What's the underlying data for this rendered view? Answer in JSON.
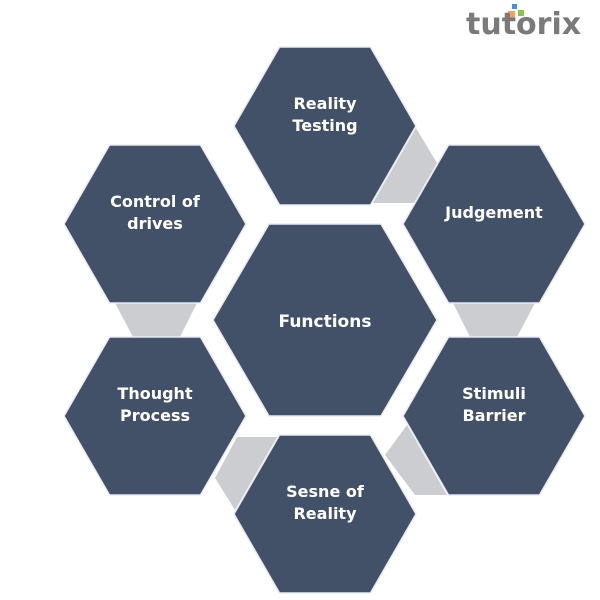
{
  "logo": {
    "text": "tutorix"
  },
  "colors": {
    "hex_fill": "#435168",
    "connector": "#cccdd0",
    "center_text": "#ffff33",
    "text": "#ffffff"
  },
  "center": {
    "label": "Functions"
  },
  "nodes": [
    {
      "id": "reality-testing",
      "lines": [
        "Reality",
        "Testing"
      ]
    },
    {
      "id": "judgement",
      "lines": [
        "Judgement"
      ]
    },
    {
      "id": "stimuli-barrier",
      "lines": [
        "Stimuli",
        "Barrier"
      ]
    },
    {
      "id": "sense-of-reality",
      "lines": [
        "Sesne of",
        "Reality"
      ]
    },
    {
      "id": "thought-process",
      "lines": [
        "Thought",
        "Process"
      ]
    },
    {
      "id": "control-of-drives",
      "lines": [
        "Control of",
        "drives"
      ]
    }
  ]
}
